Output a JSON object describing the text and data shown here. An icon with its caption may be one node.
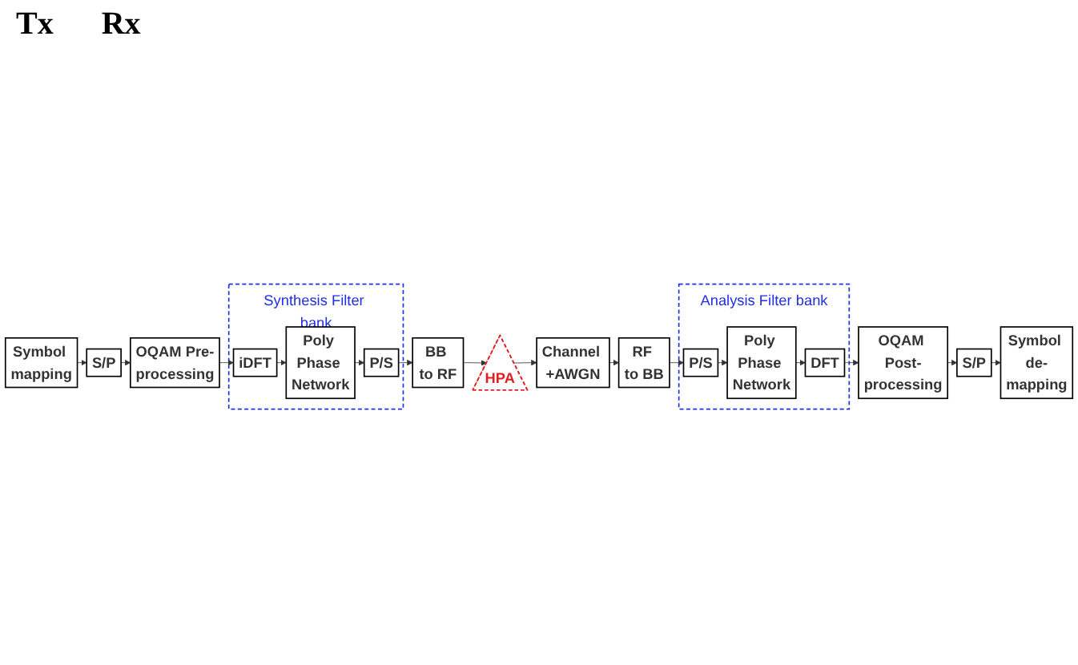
{
  "diagram": {
    "nodes": [
      {
        "text": [
          "Symbol mapping"
        ]
      },
      {
        "text": [
          "S/P"
        ]
      },
      {
        "text": [
          "OQAM Pre-processing"
        ]
      },
      {
        "text": [
          "Synthesis Filter bank"
        ]
      },
      {
        "text": [
          "iDFT"
        ],
        "in": 3
      },
      {
        "text": [
          "Poly Phase Network"
        ],
        "in": 3
      },
      {
        "text": [
          "P/S"
        ],
        "in": 3
      },
      {
        "text": [
          "BB to RF"
        ]
      },
      {
        "text": [
          "HPA"
        ]
      },
      {
        "text": [
          "Channel +AWGN"
        ]
      },
      {
        "text": [
          "RF to BB"
        ]
      },
      {
        "text": [
          "Analysis Filter bank"
        ]
      },
      {
        "text": [
          "P/S"
        ],
        "in": 11
      },
      {
        "text": [
          "Poly Phase Network"
        ],
        "in": 11
      },
      {
        "text": [
          "DFT"
        ],
        "in": 11
      },
      {
        "text": [
          "OQAM Post-processing"
        ]
      },
      {
        "text": [
          "S/P"
        ]
      },
      {
        "text": [
          "Symbol de-mapping"
        ]
      }
    ],
    "edges": [
      {
        "from": 0,
        "to": 1,
        "arrow": "to"
      },
      {
        "from": 1,
        "to": 2,
        "arrow": "to"
      },
      {
        "from": 2,
        "to": 4,
        "arrow": "to"
      },
      {
        "from": 4,
        "to": 5,
        "arrow": "to"
      },
      {
        "from": 5,
        "to": 6,
        "arrow": "to"
      },
      {
        "from": 6,
        "to": 7,
        "arrow": "to"
      },
      {
        "from": 7,
        "to": 8,
        "arrow": "to"
      },
      {
        "from": 8,
        "to": 9,
        "arrow": "to"
      },
      {
        "from": 9,
        "to": 10,
        "arrow": "to"
      },
      {
        "from": 10,
        "to": 12,
        "arrow": "to"
      },
      {
        "from": 12,
        "to": 13,
        "arrow": "to"
      },
      {
        "from": 13,
        "to": 14,
        "arrow": "to"
      },
      {
        "from": 14,
        "to": 15,
        "arrow": "to"
      },
      {
        "from": 15,
        "to": 16,
        "arrow": "to"
      },
      {
        "from": 16,
        "to": 17,
        "arrow": "to"
      }
    ],
    "labels": [
      "Tx",
      "Rx"
    ]
  }
}
